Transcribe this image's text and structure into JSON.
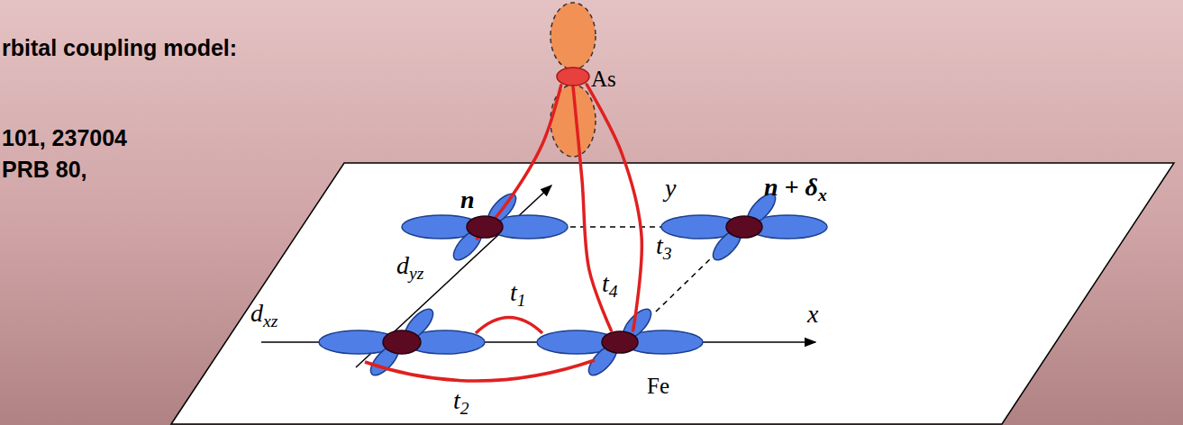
{
  "diagram": {
    "nodes": [
      {
        "text": [
          "As"
        ]
      },
      {
        "text": [
          "n"
        ]
      },
      {
        "text": [
          "n + δx"
        ]
      },
      {
        "text": [
          "Fe"
        ]
      }
    ],
    "edges": [
      {
        "from": 0,
        "to": 1,
        "arrow": "none"
      },
      {
        "from": 0,
        "to": 3,
        "label": "t4",
        "arrow": "none"
      },
      {
        "from": 0,
        "to": 3,
        "label": "t3",
        "arrow": "none"
      }
    ],
    "labels": [
      "rbital coupling model:",
      "101, 237004",
      "PRB 80,",
      "dyz",
      "dxz",
      "t1",
      "t2",
      "y",
      "x"
    ]
  }
}
